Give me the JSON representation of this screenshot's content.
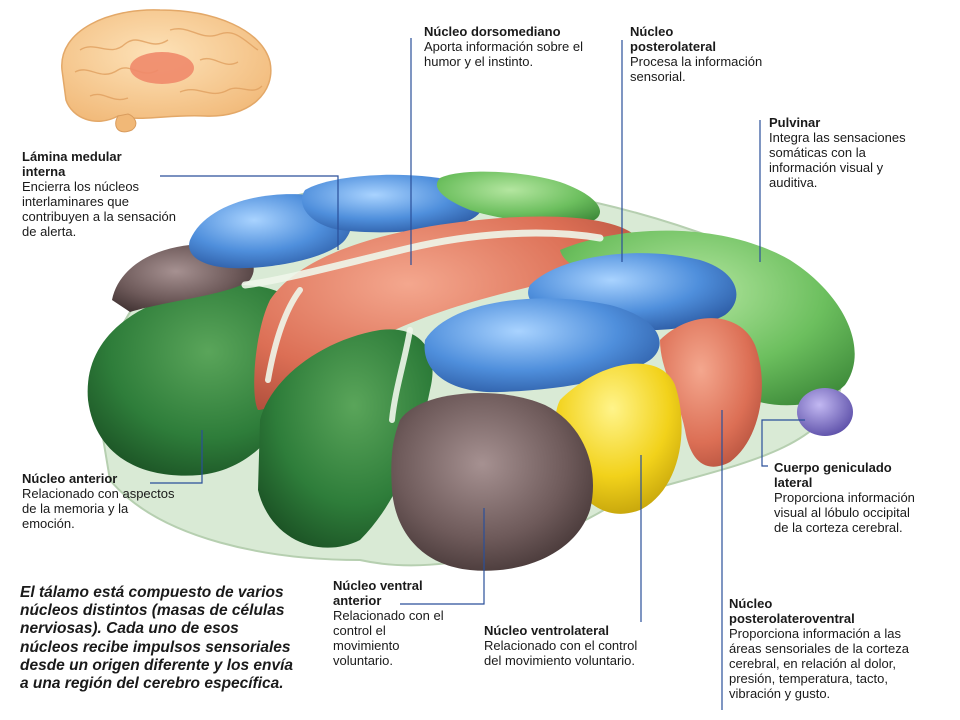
{
  "labels": {
    "dorsomediano": {
      "title": "Núcleo dorsomediano",
      "desc": "Aporta información sobre el humor y el instinto."
    },
    "posterolateral": {
      "title": "Núcleo posterolateral",
      "desc": "Procesa la información sensorial."
    },
    "pulvinar": {
      "title": "Pulvinar",
      "desc": "Integra las sensaciones somáticas con la información visual y auditiva."
    },
    "lamina": {
      "title": "Lámina medular interna",
      "desc": "Encierra los núcleos interlaminares que contribuyen a la sensación de alerta."
    },
    "anterior": {
      "title": "Núcleo anterior",
      "desc": "Relacionado con aspectos de la memoria y la emoción."
    },
    "geniculado": {
      "title": "Cuerpo geniculado lateral",
      "desc": "Proporciona información visual al lóbulo occipital de la corteza cerebral."
    },
    "ventral_anterior": {
      "title": "Núcleo ventral anterior",
      "desc": "Relacionado con el control el movimiento voluntario."
    },
    "ventrolateral": {
      "title": "Núcleo ventrolateral",
      "desc": "Relacionado con el control del movimiento voluntario."
    },
    "posterolateroventral": {
      "title": "Núcleo posterolateroventral",
      "desc": "Proporciona información a las áreas sensoriales de la corteza cerebral, en relación al dolor, presión, temperatura, tacto, vibración y gusto."
    }
  },
  "caption": "El tálamo está compuesto de varios núcleos distintos (masas de células nerviosas). Cada uno de esos núcleos recibe impulsos sensoriales desde un origen diferente y los envía a una región del cerebro específica.",
  "colors": {
    "blue": "#4f8fdc",
    "green_dark": "#2e7d3a",
    "green_light": "#6cbf5e",
    "salmon": "#e07a5f",
    "yellow": "#f2d21b",
    "brown": "#6e5a5a",
    "purple": "#7c6fc4",
    "brain": "#f6c88a",
    "leader": "#2a4f9a"
  }
}
